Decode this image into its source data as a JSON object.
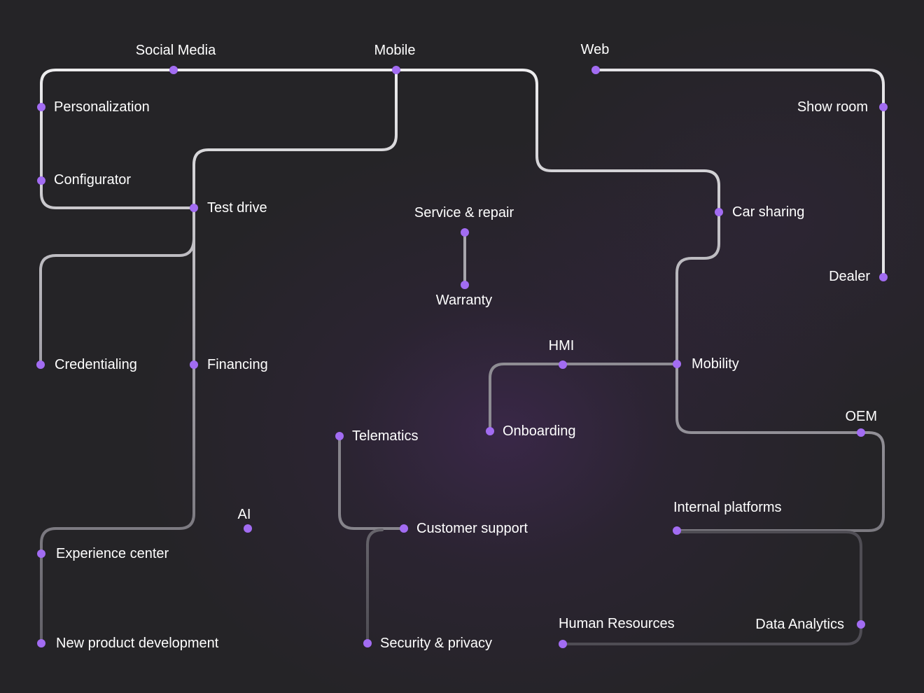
{
  "diagram": {
    "nodes": {
      "social_media": "Social Media",
      "mobile": "Mobile",
      "web": "Web",
      "personalization": "Personalization",
      "show_room": "Show room",
      "configurator": "Configurator",
      "test_drive": "Test drive",
      "service_repair": "Service & repair",
      "car_sharing": "Car sharing",
      "dealer": "Dealer",
      "warranty": "Warranty",
      "hmi": "HMI",
      "credentialing": "Credentialing",
      "financing": "Financing",
      "mobility": "Mobility",
      "oem": "OEM",
      "onboarding": "Onboarding",
      "telematics": "Telematics",
      "internal_platforms": "Internal platforms",
      "ai": "AI",
      "customer_support": "Customer support",
      "experience_center": "Experience center",
      "human_resources": "Human Resources",
      "data_analytics": "Data Analytics",
      "new_product_development": "New product development",
      "security_privacy": "Security & privacy"
    },
    "colors": {
      "background": "#252427",
      "line_bright": "#ffffff",
      "line_mid": "#9b99a0",
      "line_dim": "#5a5860",
      "node": "#a26cf2",
      "text": "#ffffff"
    }
  }
}
